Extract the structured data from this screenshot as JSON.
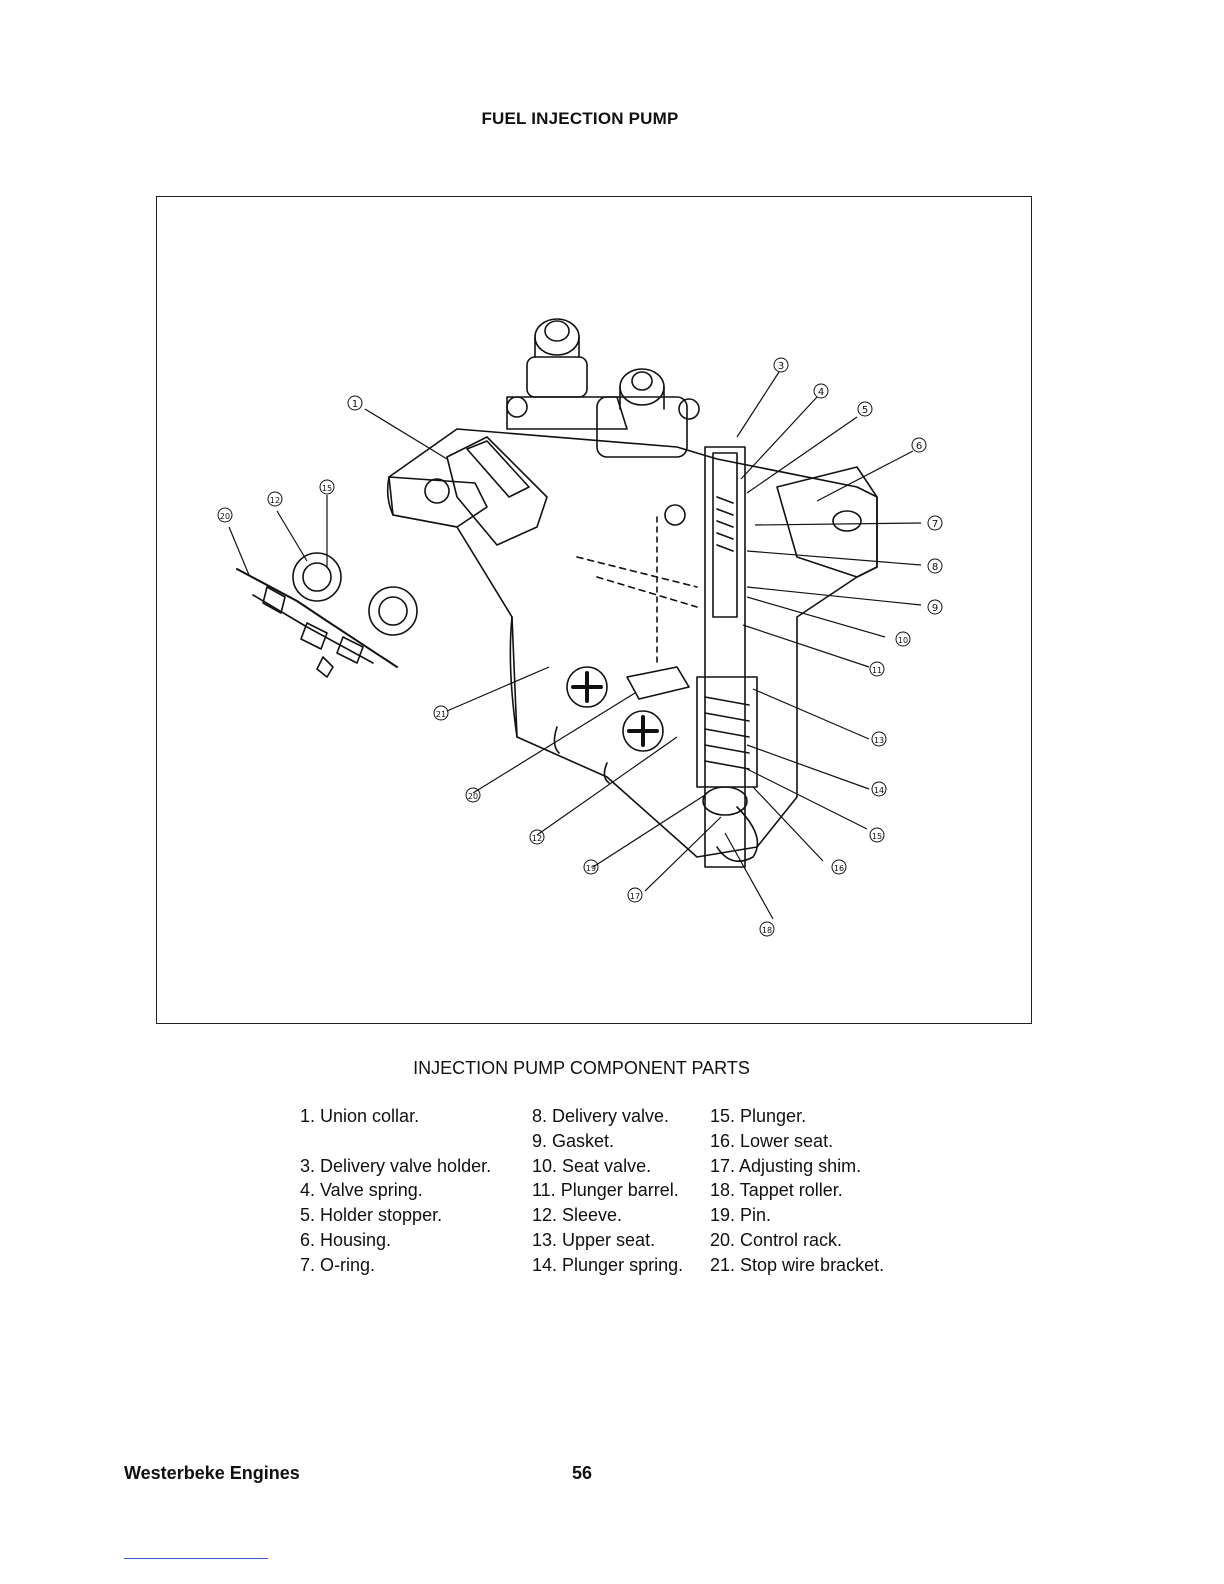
{
  "page": {
    "title": "FUEL INJECTION PUMP",
    "caption": "INJECTION PUMP COMPONENT PARTS",
    "footer_left": "Westerbeke Engines",
    "page_number": "56"
  },
  "parts": {
    "col1": [
      "1. Union collar.",
      "",
      "3. Delivery valve holder.",
      "4. Valve spring.",
      "5. Holder stopper.",
      "6. Housing.",
      "7. O-ring."
    ],
    "col2": [
      "8. Delivery valve.",
      "9. Gasket.",
      "10. Seat valve.",
      "11. Plunger barrel.",
      "12. Sleeve.",
      "13. Upper seat.",
      "14. Plunger spring."
    ],
    "col3": [
      "15. Plunger.",
      "16. Lower seat.",
      "17. Adjusting shim.",
      "18. Tappet roller.",
      "19. Pin.",
      "20. Control rack.",
      "21. Stop wire bracket."
    ]
  },
  "diagram": {
    "callouts": [
      "1",
      "3",
      "4",
      "5",
      "6",
      "7",
      "8",
      "9",
      "10",
      "11",
      "12",
      "13",
      "14",
      "15",
      "16",
      "17",
      "18",
      "19",
      "20",
      "21",
      "12",
      "15",
      "20"
    ]
  }
}
